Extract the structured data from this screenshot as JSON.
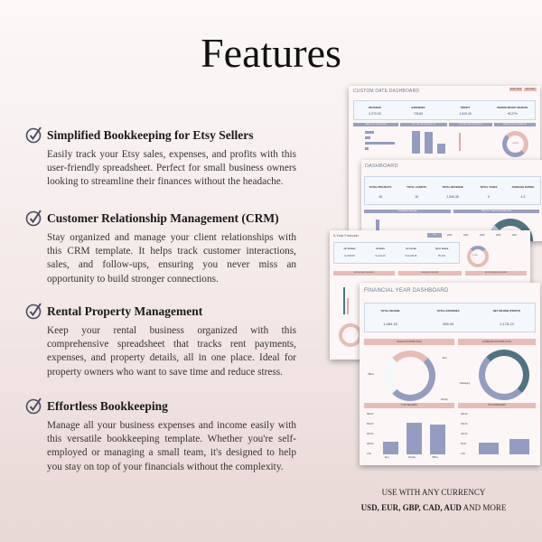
{
  "title": "Features",
  "features": [
    {
      "heading": "Simplified Bookkeeping for Etsy Sellers",
      "body": "Easily track your Etsy sales, expenses, and profits with this user-friendly spreadsheet. Perfect for small business owners looking to streamline their finances without the headache.",
      "icon": "check-circle-icon"
    },
    {
      "heading": "Customer Relationship Management (CRM)",
      "body": "Stay organized and manage your client relationships with this CRM template. It helps track customer interactions, sales, and follow-ups, ensuring you never miss an opportunity to build stronger connections.",
      "icon": "check-circle-icon"
    },
    {
      "heading": "Rental Property Management",
      "body": "Keep your rental business organized with this comprehensive spreadsheet that tracks rent payments, expenses, and property details, all in one place. Ideal for property owners who want to save time and reduce stress.",
      "icon": "check-circle-icon"
    },
    {
      "heading": "Effortless Bookkeeping",
      "body": "Manage all your business expenses and income easily with this versatile bookkeeping template. Whether you're self-employed or managing a small team, it's designed to help you stay on top of your financials without the complexity.",
      "icon": "check-circle-icon"
    }
  ],
  "footer": {
    "line1": "USE WITH ANY CURRENCY",
    "currencies": "USD, EUR, GBP, CAD, AUD",
    "more": " AND MORE"
  },
  "custom_date": {
    "title": "CUSTOM DATE DASHBOARD",
    "start": "START DATE",
    "end": "END DATE",
    "kpis": [
      {
        "label": "REVENUE",
        "value": "2,270.00"
      },
      {
        "label": "EXPENSES",
        "value": "726.60"
      },
      {
        "label": "PROFIT",
        "value": "1,543.40"
      },
      {
        "label": "PERIOD PROFIT MARGIN",
        "value": "+8.27%"
      }
    ],
    "panels": [
      "SALES BY PLATFORM",
      "TOP SELLING PRODUCTS",
      "TOP SELLING PRODUCTS",
      "PERIOD PROFIT MARGIN"
    ],
    "donut": "+8.27%"
  },
  "dashboard": {
    "title": "DASHBOARD",
    "kpis": [
      {
        "label": "TOTAL PROJECTS",
        "value": "18"
      },
      {
        "label": "TOTAL CLIENTS",
        "value": "18"
      },
      {
        "label": "TOTAL REVENUE",
        "value": "2,906.38"
      },
      {
        "label": "TOTAL TASKS",
        "value": "5"
      },
      {
        "label": "AVERAGE RATING",
        "value": "4.3"
      }
    ],
    "panels": [
      "REVENUE PIPELINE",
      "PRODUCT SALE DISTRIBUTION"
    ]
  },
  "forecast": {
    "title": "5-Year Forecast",
    "tabs": [
      "Year",
      "2023",
      "2024",
      "2025",
      "2026",
      "2027"
    ],
    "kpis": [
      {
        "label": "NET REVENUE",
        "value": "$ 2,528.66"
      },
      {
        "label": "EXPENSES",
        "value": "$ 4,211.00"
      },
      {
        "label": "NET INCOME",
        "value": "$ 22,408.45"
      },
      {
        "label": "PROFIT MARGIN",
        "value": "85.11%"
      }
    ],
    "panels": [
      "NET INCOME FORECAST",
      "REVENUE FORECAST",
      "NET EXPENSES FORECAST"
    ],
    "donut": "0.74%"
  },
  "financial": {
    "title": "FINANCIAL YEAR DASHBOARD",
    "kpis": [
      {
        "label": "TOTAL INCOME",
        "value": "1,484.16"
      },
      {
        "label": "TOTAL EXPENSES",
        "value": "306.04"
      },
      {
        "label": "NET INCOME (PROFIT)",
        "value": "1,178.13"
      }
    ],
    "panels": [
      "SALES DISTRIBUTION",
      "EXPENSE DISTRIBUTION",
      "TOP SELLERS",
      "TOP EXPENSES"
    ],
    "sales_labels": [
      "Etsy",
      "Offline",
      "Shopify"
    ],
    "expense_labels": [
      "Packaging"
    ],
    "top_sellers_axis": [
      "800.00",
      "600.00",
      "400.00",
      "200.00",
      "0.00"
    ],
    "top_sellers": [
      {
        "name": "Etsy",
        "value": 250
      },
      {
        "name": "Shopify",
        "value": 640
      },
      {
        "name": "Offline",
        "value": 600
      }
    ],
    "top_expenses_axis": [
      "200.00",
      "150.00",
      "100.00",
      "50.00",
      "0.00"
    ],
    "accent_pink": "#e8bcb6",
    "accent_blue": "#959cc2",
    "accent_teal": "#4e7482"
  }
}
